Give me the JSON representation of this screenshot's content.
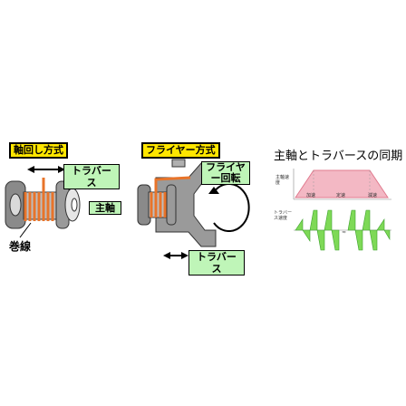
{
  "panel1": {
    "title": "軸回し方式",
    "traverse_label": "トラバース",
    "spindle_label": "主軸",
    "winding_label": "巻線"
  },
  "panel2": {
    "title": "フライヤー方式",
    "flyer_label": "フライヤー回転",
    "traverse_label": "トラバース"
  },
  "panel3": {
    "title": "主軸とトラバースの同期",
    "spindle_speed_label": "主軸速度",
    "traverse_speed_label": "トラバース速度",
    "phases": [
      "加速",
      "定速",
      "減速"
    ]
  },
  "colors": {
    "tag_yellow": "#ffe600",
    "tag_green": "#bff5b8",
    "coil_orange": "#e8742a",
    "chart_pink": "#f3b8c4",
    "chart_green": "#7ed957"
  }
}
